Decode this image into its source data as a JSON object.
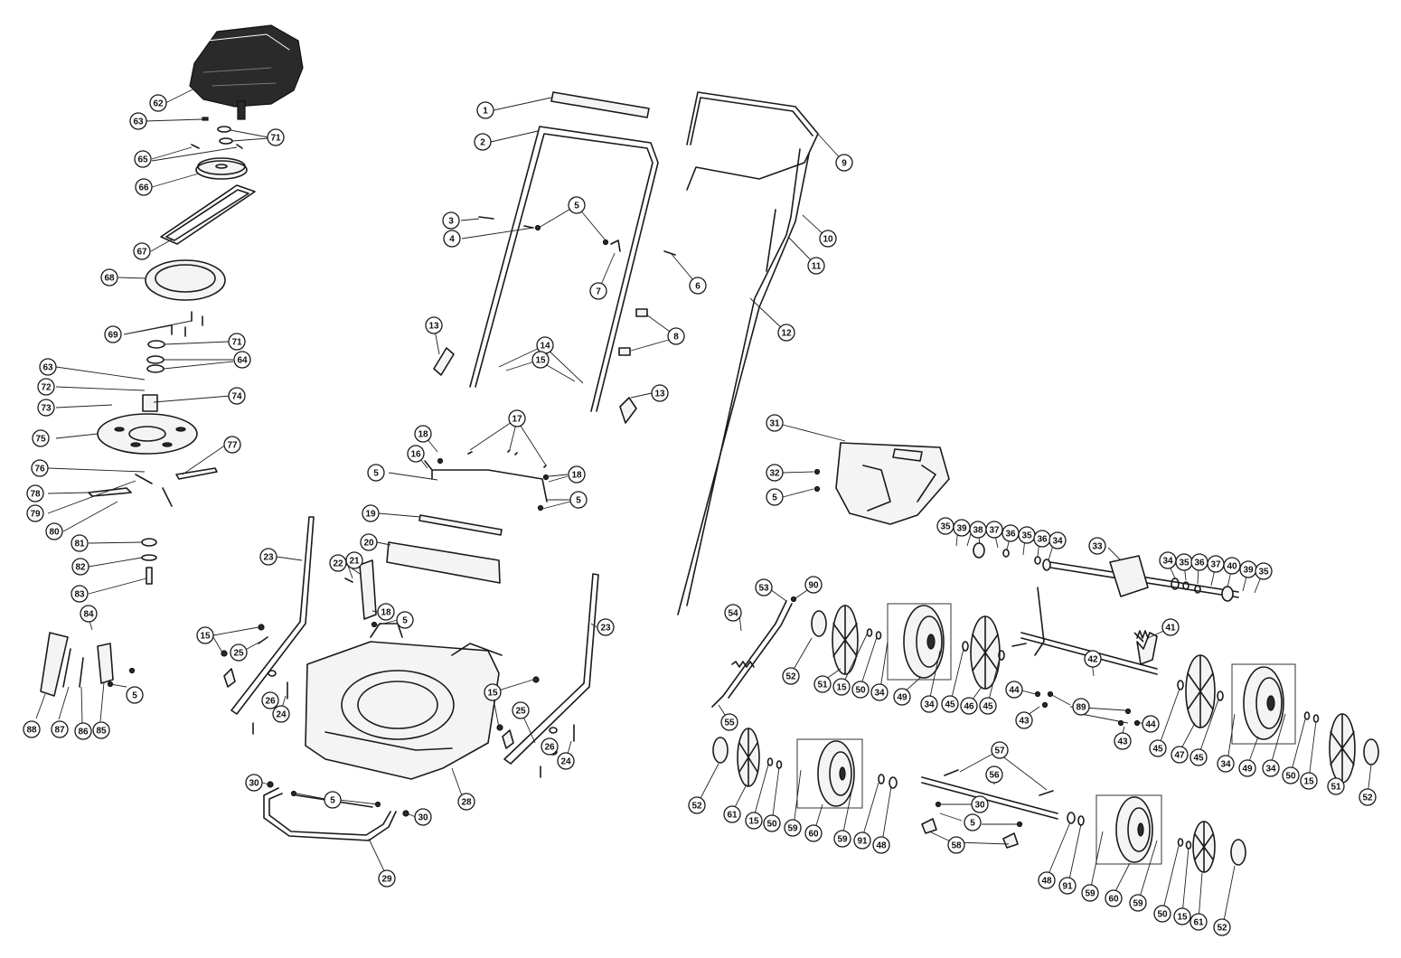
{
  "callouts": [
    {
      "id": "c1",
      "label": "1"
    },
    {
      "id": "c2",
      "label": "2"
    },
    {
      "id": "c3",
      "label": "3"
    },
    {
      "id": "c4",
      "label": "4"
    },
    {
      "id": "c5a",
      "label": "5"
    },
    {
      "id": "c6",
      "label": "6"
    },
    {
      "id": "c7",
      "label": "7"
    },
    {
      "id": "c8",
      "label": "8"
    },
    {
      "id": "c9",
      "label": "9"
    },
    {
      "id": "c10",
      "label": "10"
    },
    {
      "id": "c11",
      "label": "11"
    },
    {
      "id": "c12",
      "label": "12"
    },
    {
      "id": "c13a",
      "label": "13"
    },
    {
      "id": "c13b",
      "label": "13"
    },
    {
      "id": "c14",
      "label": "14"
    },
    {
      "id": "c15a",
      "label": "15"
    },
    {
      "id": "c16",
      "label": "16"
    },
    {
      "id": "c17",
      "label": "17"
    },
    {
      "id": "c18a",
      "label": "18"
    },
    {
      "id": "c18b",
      "label": "18"
    },
    {
      "id": "c5b",
      "label": "5"
    },
    {
      "id": "c5c",
      "label": "5"
    },
    {
      "id": "c19",
      "label": "19"
    },
    {
      "id": "c20",
      "label": "20"
    },
    {
      "id": "c21",
      "label": "21"
    },
    {
      "id": "c22",
      "label": "22"
    },
    {
      "id": "c18c",
      "label": "18"
    },
    {
      "id": "c5d",
      "label": "5"
    },
    {
      "id": "c23a",
      "label": "23"
    },
    {
      "id": "c23b",
      "label": "23"
    },
    {
      "id": "c15b",
      "label": "15"
    },
    {
      "id": "c25a",
      "label": "25"
    },
    {
      "id": "c26a",
      "label": "26"
    },
    {
      "id": "c24a",
      "label": "24"
    },
    {
      "id": "c15c",
      "label": "15"
    },
    {
      "id": "c25b",
      "label": "25"
    },
    {
      "id": "c26b",
      "label": "26"
    },
    {
      "id": "c24b",
      "label": "24"
    },
    {
      "id": "c28",
      "label": "28"
    },
    {
      "id": "c30a",
      "label": "30"
    },
    {
      "id": "c5e",
      "label": "5"
    },
    {
      "id": "c30b",
      "label": "30"
    },
    {
      "id": "c29",
      "label": "29"
    },
    {
      "id": "c62",
      "label": "62"
    },
    {
      "id": "c63a",
      "label": "63"
    },
    {
      "id": "c71a",
      "label": "71"
    },
    {
      "id": "c65",
      "label": "65"
    },
    {
      "id": "c66",
      "label": "66"
    },
    {
      "id": "c67",
      "label": "67"
    },
    {
      "id": "c68",
      "label": "68"
    },
    {
      "id": "c69",
      "label": "69"
    },
    {
      "id": "c71b",
      "label": "71"
    },
    {
      "id": "c64",
      "label": "64"
    },
    {
      "id": "c63b",
      "label": "63"
    },
    {
      "id": "c72",
      "label": "72"
    },
    {
      "id": "c73",
      "label": "73"
    },
    {
      "id": "c74",
      "label": "74"
    },
    {
      "id": "c75",
      "label": "75"
    },
    {
      "id": "c77",
      "label": "77"
    },
    {
      "id": "c76",
      "label": "76"
    },
    {
      "id": "c78",
      "label": "78"
    },
    {
      "id": "c79",
      "label": "79"
    },
    {
      "id": "c80",
      "label": "80"
    },
    {
      "id": "c81",
      "label": "81"
    },
    {
      "id": "c82",
      "label": "82"
    },
    {
      "id": "c83",
      "label": "83"
    },
    {
      "id": "c84",
      "label": "84"
    },
    {
      "id": "c5f",
      "label": "5"
    },
    {
      "id": "c88",
      "label": "88"
    },
    {
      "id": "c87",
      "label": "87"
    },
    {
      "id": "c86",
      "label": "86"
    },
    {
      "id": "c85",
      "label": "85"
    },
    {
      "id": "c31",
      "label": "31"
    },
    {
      "id": "c32",
      "label": "32"
    },
    {
      "id": "c5g",
      "label": "5"
    },
    {
      "id": "c35a",
      "label": "35"
    },
    {
      "id": "c39a",
      "label": "39"
    },
    {
      "id": "c38",
      "label": "38"
    },
    {
      "id": "c37a",
      "label": "37"
    },
    {
      "id": "c36a",
      "label": "36"
    },
    {
      "id": "c35b",
      "label": "35"
    },
    {
      "id": "c36b",
      "label": "36"
    },
    {
      "id": "c34a",
      "label": "34"
    },
    {
      "id": "c33",
      "label": "33"
    },
    {
      "id": "c34b",
      "label": "34"
    },
    {
      "id": "c35c",
      "label": "35"
    },
    {
      "id": "c36c",
      "label": "36"
    },
    {
      "id": "c37b",
      "label": "37"
    },
    {
      "id": "c40",
      "label": "40"
    },
    {
      "id": "c39b",
      "label": "39"
    },
    {
      "id": "c35d",
      "label": "35"
    },
    {
      "id": "c41",
      "label": "41"
    },
    {
      "id": "c42",
      "label": "42"
    },
    {
      "id": "c53",
      "label": "53"
    },
    {
      "id": "c90",
      "label": "90"
    },
    {
      "id": "c54",
      "label": "54"
    },
    {
      "id": "c55",
      "label": "55"
    },
    {
      "id": "c52a",
      "label": "52"
    },
    {
      "id": "c51a",
      "label": "51"
    },
    {
      "id": "c15d",
      "label": "15"
    },
    {
      "id": "c50a",
      "label": "50"
    },
    {
      "id": "c34c",
      "label": "34"
    },
    {
      "id": "c49a",
      "label": "49"
    },
    {
      "id": "c34d",
      "label": "34"
    },
    {
      "id": "c45a",
      "label": "45"
    },
    {
      "id": "c46",
      "label": "46"
    },
    {
      "id": "c45b",
      "label": "45"
    },
    {
      "id": "c44a",
      "label": "44"
    },
    {
      "id": "c43a",
      "label": "43"
    },
    {
      "id": "c89",
      "label": "89"
    },
    {
      "id": "c44b",
      "label": "44"
    },
    {
      "id": "c43b",
      "label": "43"
    },
    {
      "id": "c45c",
      "label": "45"
    },
    {
      "id": "c47",
      "label": "47"
    },
    {
      "id": "c45d",
      "label": "45"
    },
    {
      "id": "c34e",
      "label": "34"
    },
    {
      "id": "c49b",
      "label": "49"
    },
    {
      "id": "c34f",
      "label": "34"
    },
    {
      "id": "c50b",
      "label": "50"
    },
    {
      "id": "c15e",
      "label": "15"
    },
    {
      "id": "c51b",
      "label": "51"
    },
    {
      "id": "c52b",
      "label": "52"
    },
    {
      "id": "c52c",
      "label": "52"
    },
    {
      "id": "c61a",
      "label": "61"
    },
    {
      "id": "c15f",
      "label": "15"
    },
    {
      "id": "c50c",
      "label": "50"
    },
    {
      "id": "c59a",
      "label": "59"
    },
    {
      "id": "c60a",
      "label": "60"
    },
    {
      "id": "c59b",
      "label": "59"
    },
    {
      "id": "c91a",
      "label": "91"
    },
    {
      "id": "c48a",
      "label": "48"
    },
    {
      "id": "c57",
      "label": "57"
    },
    {
      "id": "c56",
      "label": "56"
    },
    {
      "id": "c30c",
      "label": "30"
    },
    {
      "id": "c5h",
      "label": "5"
    },
    {
      "id": "c58",
      "label": "58"
    },
    {
      "id": "c48b",
      "label": "48"
    },
    {
      "id": "c91b",
      "label": "91"
    },
    {
      "id": "c59c",
      "label": "59"
    },
    {
      "id": "c60b",
      "label": "60"
    },
    {
      "id": "c59d",
      "label": "59"
    },
    {
      "id": "c50d",
      "label": "50"
    },
    {
      "id": "c15g",
      "label": "15"
    },
    {
      "id": "c61b",
      "label": "61"
    },
    {
      "id": "c52d",
      "label": "52"
    }
  ]
}
